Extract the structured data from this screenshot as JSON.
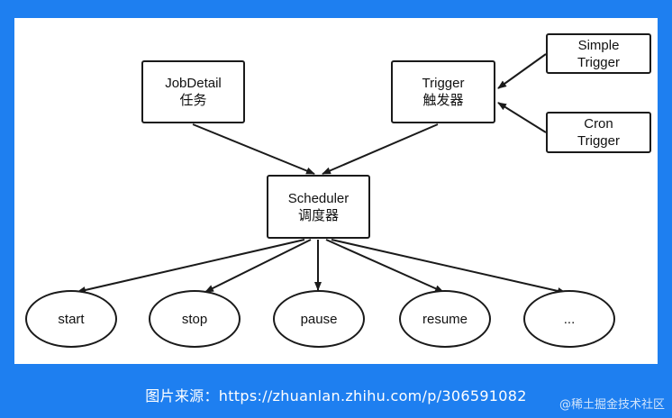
{
  "nodes": {
    "jobdetail": {
      "line1": "JobDetail",
      "line2": "任务"
    },
    "trigger": {
      "line1": "Trigger",
      "line2": "触发器"
    },
    "simple_trigger": {
      "line1": "Simple",
      "line2": "Trigger"
    },
    "cron_trigger": {
      "line1": "Cron",
      "line2": "Trigger"
    },
    "scheduler": {
      "line1": "Scheduler",
      "line2": "调度器"
    }
  },
  "actions": [
    "start",
    "stop",
    "pause",
    "resume",
    "..."
  ],
  "caption": "图片来源：https://zhuanlan.zhihu.com/p/306591082",
  "watermark": "@稀土掘金技术社区"
}
